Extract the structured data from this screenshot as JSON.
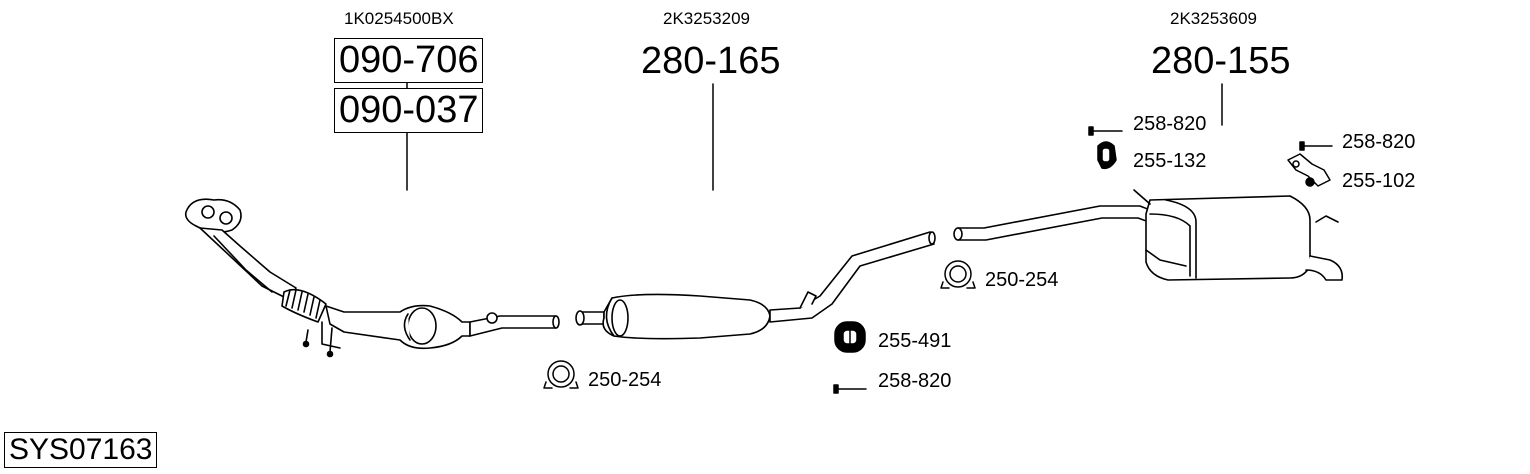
{
  "system_code": "SYS07163",
  "groups": [
    {
      "oem": "1K0254500BX",
      "part_numbers": [
        "090-706",
        "090-037"
      ]
    },
    {
      "oem": "2K3253209",
      "part_numbers": [
        "280-165"
      ]
    },
    {
      "oem": "2K3253609",
      "part_numbers": [
        "280-155"
      ]
    }
  ],
  "accessories": [
    {
      "label": "250-254",
      "icon": "clamp-icon"
    },
    {
      "label": "255-491",
      "icon": "rubber-hanger-icon"
    },
    {
      "label": "258-820",
      "icon": "bolt-icon"
    },
    {
      "label": "250-254",
      "icon": "clamp-icon"
    },
    {
      "label": "258-820",
      "icon": "bolt-icon"
    },
    {
      "label": "255-132",
      "icon": "rubber-mount-icon"
    },
    {
      "label": "258-820",
      "icon": "bolt-icon"
    },
    {
      "label": "255-102",
      "icon": "bracket-icon"
    }
  ]
}
